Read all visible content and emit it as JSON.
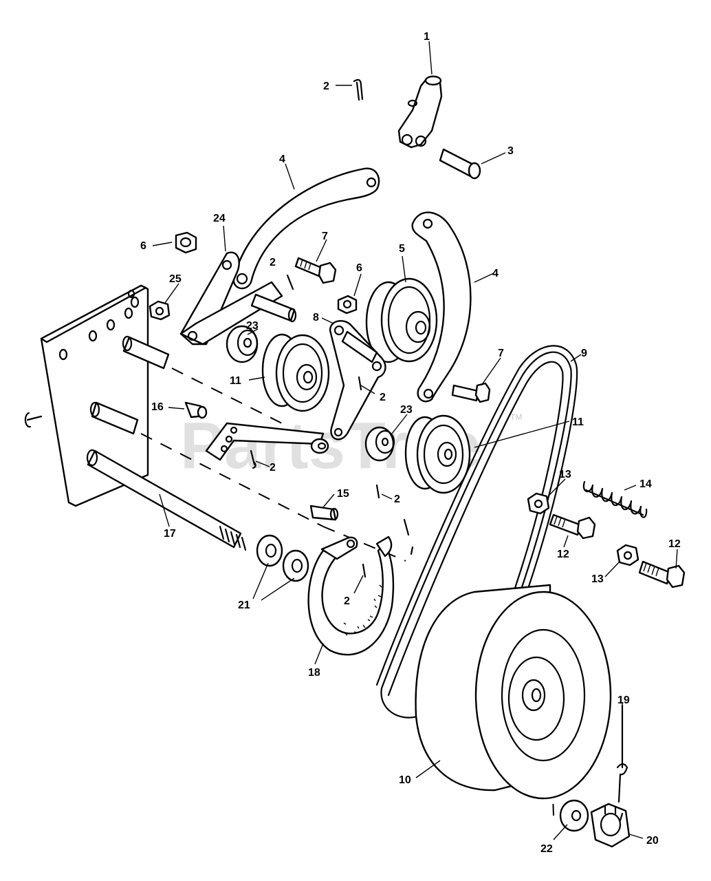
{
  "watermark": {
    "text": "PartsTree",
    "trademark": "TM"
  },
  "callouts": {
    "c1": "1",
    "c2a": "2",
    "c3": "3",
    "c4a": "4",
    "c24": "24",
    "c6a": "6",
    "c7a": "7",
    "c2b": "2",
    "c25": "25",
    "c5": "5",
    "c6b": "6",
    "c4b": "4",
    "c8": "8",
    "c23a": "23",
    "c11a": "11",
    "c2c": "2",
    "c9": "9",
    "c7b": "7",
    "c16": "16",
    "c23b": "23",
    "c11b": "11",
    "c2d": "2",
    "c15": "15",
    "c2e": "2",
    "c13a": "13",
    "c14": "14",
    "c12a": "12",
    "c17": "17",
    "c12b": "12",
    "c13b": "13",
    "c21": "21",
    "c2f": "2",
    "c18": "18",
    "c19": "19",
    "c10": "10",
    "c22": "22",
    "c20": "20"
  }
}
